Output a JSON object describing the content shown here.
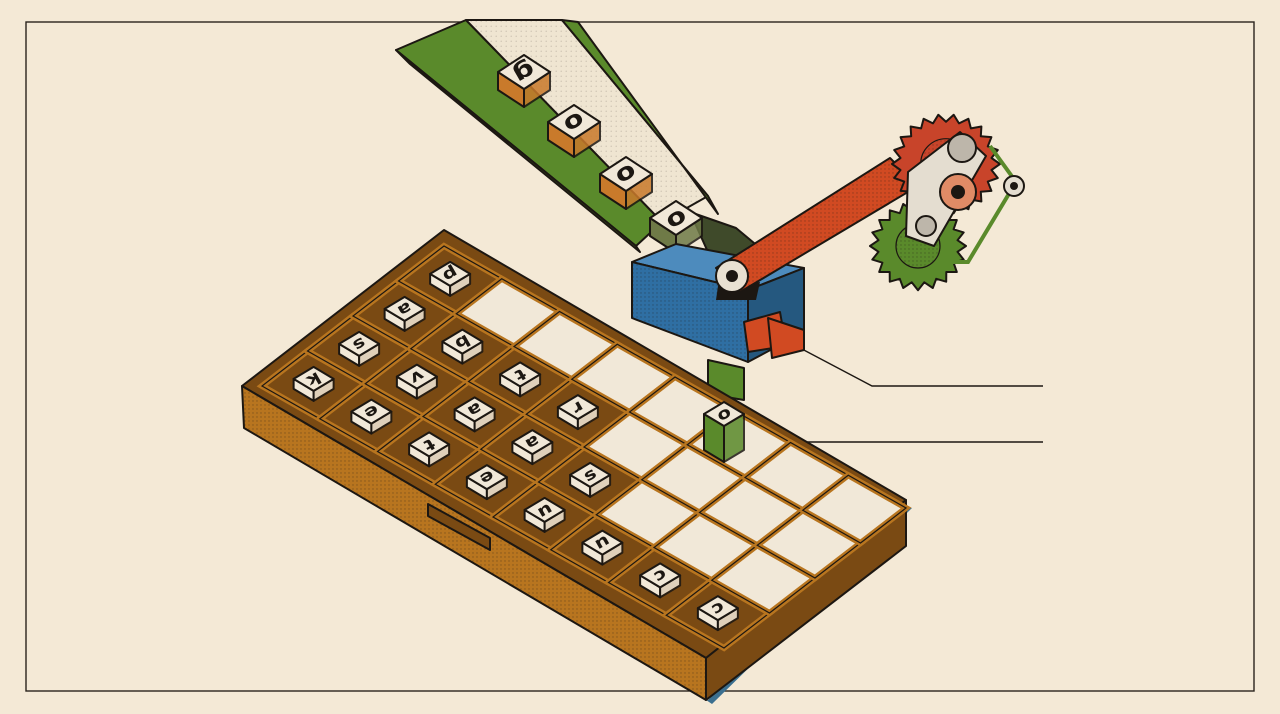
{
  "colors": {
    "paper": "#f4e9d6",
    "ink": "#1c1712",
    "tray_wood": "#b8751f",
    "tray_dark": "#7a4a13",
    "hopper_green": "#5a8a2b",
    "block_blue": "#2f6fa3",
    "arm_red": "#d14a22",
    "gear_red": "#c8442a",
    "type_orange": "#c97a2b",
    "type_face": "#f1e8d8",
    "shadow_blue": "#3b6f8f"
  },
  "diagram": {
    "hopper_types": [
      {
        "char": "g",
        "flipped": true
      },
      {
        "char": "o",
        "flipped": true
      },
      {
        "char": "o",
        "flipped": true
      },
      {
        "char": "o",
        "flipped": false
      }
    ],
    "held_type": {
      "char": "o",
      "flipped": false
    },
    "tray": {
      "rows": 4,
      "cols": 8,
      "cells": [
        [
          {
            "char": "k",
            "flipped": true
          },
          {
            "char": "e",
            "flipped": true
          },
          {
            "char": "t",
            "flipped": true
          },
          {
            "char": "e",
            "flipped": true
          },
          {
            "char": "n",
            "flipped": false
          },
          {
            "char": "u",
            "flipped": true
          },
          {
            "char": "c",
            "flipped": true
          },
          {
            "char": "c",
            "flipped": true
          }
        ],
        [
          {
            "char": "s",
            "flipped": true
          },
          {
            "char": "v",
            "flipped": true
          },
          {
            "char": "a",
            "flipped": true
          },
          {
            "char": "a",
            "flipped": true
          },
          {
            "char": "s",
            "flipped": false
          },
          {
            "char": "",
            "flipped": false
          },
          {
            "char": "",
            "flipped": false
          },
          {
            "char": "",
            "flipped": false
          }
        ],
        [
          {
            "char": "a",
            "flipped": true
          },
          {
            "char": "b",
            "flipped": true
          },
          {
            "char": "t",
            "flipped": true
          },
          {
            "char": "r",
            "flipped": true
          },
          {
            "char": "",
            "flipped": false
          },
          {
            "char": "",
            "flipped": false
          },
          {
            "char": "",
            "flipped": false
          },
          {
            "char": "",
            "flipped": false
          }
        ],
        [
          {
            "char": "p",
            "flipped": true
          },
          {
            "char": "",
            "flipped": false
          },
          {
            "char": "",
            "flipped": false
          },
          {
            "char": "",
            "flipped": false
          },
          {
            "char": "",
            "flipped": false
          },
          {
            "char": "",
            "flipped": false
          },
          {
            "char": "",
            "flipped": false
          },
          {
            "char": "",
            "flipped": false
          }
        ]
      ]
    },
    "callout_lines": 2
  }
}
